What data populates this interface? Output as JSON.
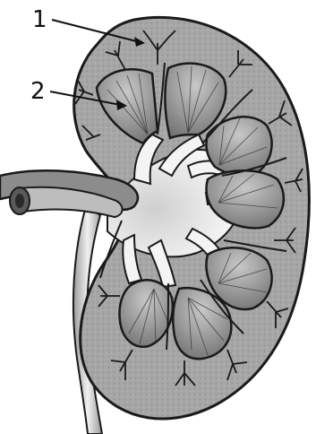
{
  "diagram": {
    "labels": [
      {
        "id": "1",
        "text": "1"
      },
      {
        "id": "2",
        "text": "2"
      }
    ],
    "colors": {
      "outline": "#1a1a1a",
      "cortex_fill": "#a9a9a9",
      "pyramid_fill": "#8a8a8a",
      "pelvis_fill": "#f2f2f2",
      "vessel_fill": "#8c8c8c",
      "background": "#ffffff"
    }
  }
}
